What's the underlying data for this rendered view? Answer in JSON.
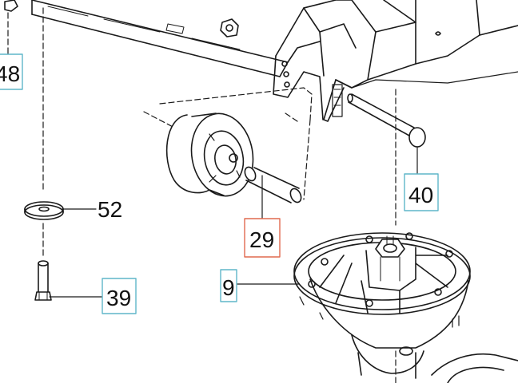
{
  "colors": {
    "line": "#1a1a1a",
    "shade": "#cfcfcf",
    "callout_box": "#5fb6c9",
    "callout_box_highlight": "#e06a4f"
  },
  "callouts": {
    "c48": "48",
    "c52": "52",
    "c39": "39",
    "c29": "29",
    "c40": "40",
    "c9": "9"
  }
}
